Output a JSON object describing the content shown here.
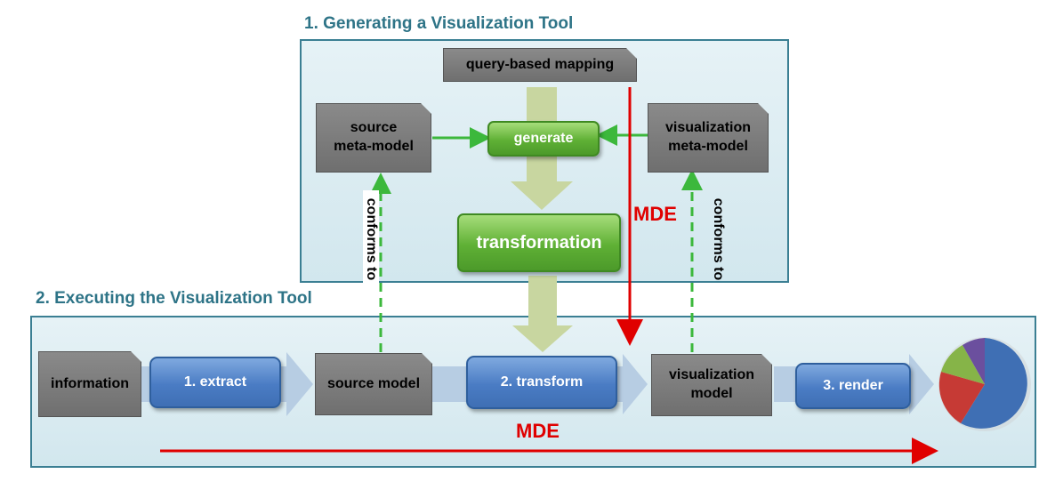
{
  "sections": {
    "generating_title": "1. Generating a Visualization Tool",
    "executing_title": "2. Executing the Visualization Tool"
  },
  "generating": {
    "query_mapping": "query-based mapping",
    "source_metamodel_line1": "source",
    "source_metamodel_line2": "meta-model",
    "generate": "generate",
    "vis_metamodel_line1": "visualization",
    "vis_metamodel_line2": "meta-model",
    "transformation": "transformation",
    "mde_label": "MDE"
  },
  "executing": {
    "information": "information",
    "extract": "1. extract",
    "source_model": "source model",
    "transform": "2. transform",
    "vis_model_line1": "visualization",
    "vis_model_line2": "model",
    "render": "3. render",
    "mde_label": "MDE"
  },
  "conforms_to_left": "conforms to",
  "conforms_to_right": "conforms to",
  "colors": {
    "panel_border": "#3b7f93",
    "title": "#2e7487",
    "gray_box": "#7a7a7a",
    "blue_box": "#4a7cc4",
    "green_box": "#5fb035",
    "mde_arrow": "#e00000",
    "conforms_arrow": "#3cb83c",
    "pie_blue": "#3f6fb4",
    "pie_red": "#c63a35",
    "pie_green": "#86b448",
    "pie_purple": "#6b4f9e"
  }
}
